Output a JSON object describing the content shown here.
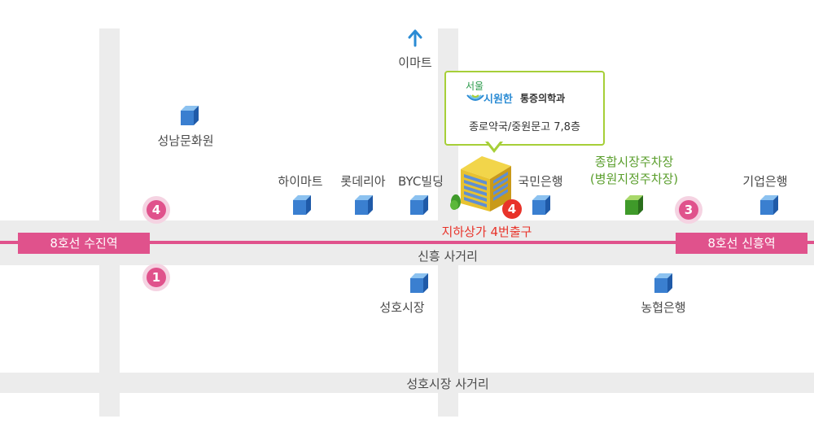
{
  "landmarks": {
    "emart": "이마트",
    "seongnam_culture_center": "성남문화원",
    "himart": "하이마트",
    "lotteria": "롯데리아",
    "byc_building": "BYC빌딩",
    "kookmin_bank": "국민은행",
    "parking_line1": "종합시장주차장",
    "parking_line2": "(병원지정주차장)",
    "ibk_bank": "기업은행",
    "seongho_market": "성호시장",
    "nonghyup_bank": "농협은행"
  },
  "roads": {
    "sinheung_intersection": "신흥 사거리",
    "seongho_intersection": "성호시장 사거리"
  },
  "metro": {
    "sujin_station": "8호선 수진역",
    "sinheung_station": "8호선 신흥역",
    "underground_exit": "지하상가 4번출구",
    "line_color": "#e0528c"
  },
  "exits": {
    "exit_top_left": "4",
    "exit_bottom_left": "1",
    "exit_right": "3",
    "exit_building": "4"
  },
  "callout": {
    "logo_top": "서울",
    "logo_main": "시원한",
    "clinic_name": "통증의학과",
    "address_line": "종로약국/중원문고 7,8층"
  },
  "colors": {
    "accent_pink": "#e0528c",
    "callout_border": "#a6cf38",
    "exit_text_red": "#e8332a",
    "parking_green": "#5a9e2c"
  }
}
